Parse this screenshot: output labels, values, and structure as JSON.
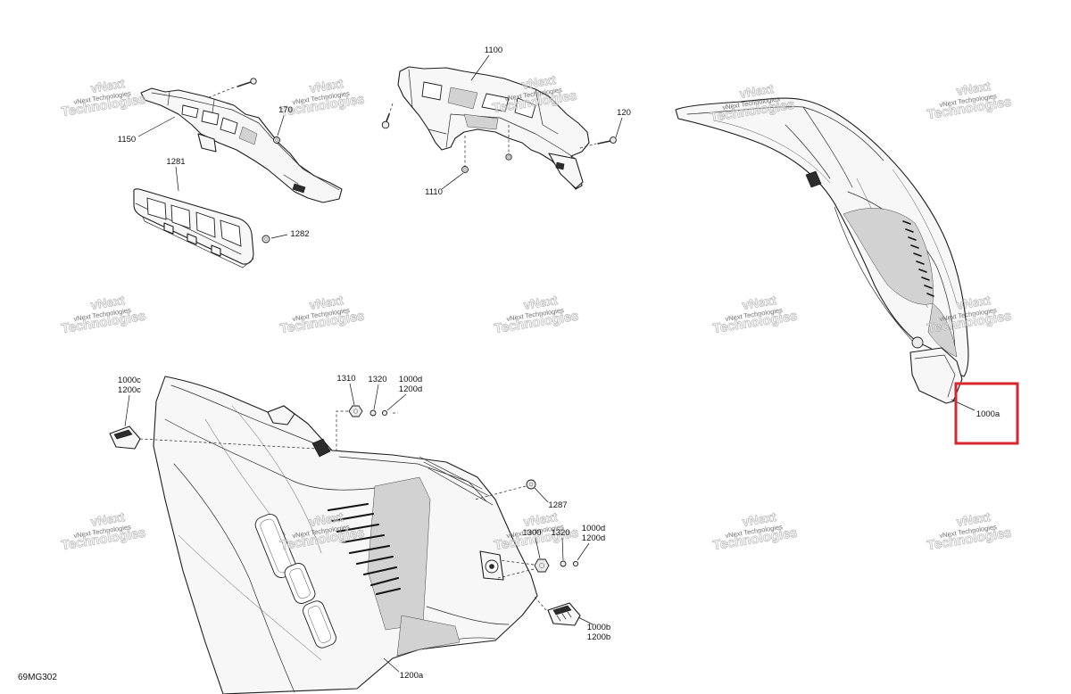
{
  "colors": {
    "highlight": "#d7262e",
    "line": "#1e1e1e",
    "part_fill": "#f7f7f7",
    "shade": "#d2d2d2",
    "watermark": "#b5b5b5"
  },
  "watermark": {
    "large_top": "vNext",
    "small": "vNext Technologies",
    "large_bottom": "Technologies"
  },
  "callouts": {
    "p1100": "1100",
    "p170": "170",
    "p120": "120",
    "p1150": "1150",
    "p1110": "1110",
    "p1281": "1281",
    "p1282": "1282",
    "p1000c": "1000c",
    "p1200c": "1200c",
    "p1310": "1310",
    "p1320_upper": "1320",
    "p1000d_upper": "1000d",
    "p1200d_upper": "1200d",
    "p1000a": "1000a",
    "p1287": "1287",
    "p1300": "1300",
    "p1320_lower": "1320",
    "p1000d_lower": "1000d",
    "p1200d_lower": "1200d",
    "p1000b": "1000b",
    "p1200b": "1200b",
    "p1200a": "1200a"
  },
  "diagram_code": "69MG302"
}
